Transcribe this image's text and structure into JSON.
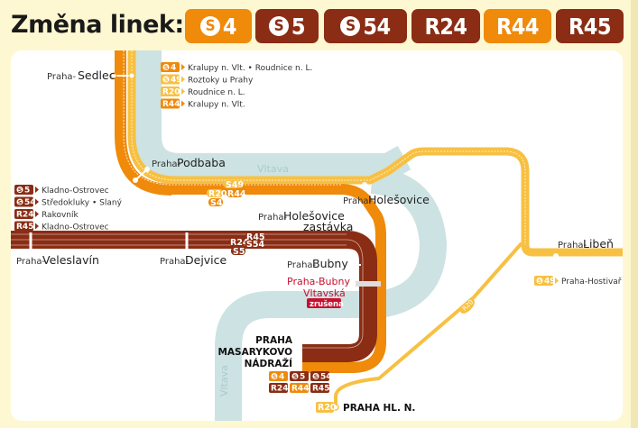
{
  "header": {
    "title": "Změna linek:",
    "badges": [
      {
        "label": "4",
        "prefix_icon": "s-train-icon",
        "color": "#ef8a0a"
      },
      {
        "label": "5",
        "prefix_icon": "s-train-icon",
        "color": "#8a2d14"
      },
      {
        "label": "54",
        "prefix_icon": "s-train-icon",
        "color": "#8a2d14"
      },
      {
        "label": "R24",
        "prefix_icon": null,
        "color": "#8a2d14"
      },
      {
        "label": "R44",
        "prefix_icon": null,
        "color": "#ef8a0a"
      },
      {
        "label": "R45",
        "prefix_icon": null,
        "color": "#8a2d14"
      }
    ]
  },
  "colors": {
    "orange": "#ef8a0a",
    "brown": "#8a2d14",
    "yellow": "#f8c042",
    "river": "#cde2e2",
    "background": "#fef8d2",
    "closed_red": "#c8102e"
  },
  "river": {
    "name_top": "Vltava",
    "name_bottom": "Vltava"
  },
  "north_legend": [
    {
      "line": "4",
      "s": true,
      "color": "#ef8a0a",
      "dest": "Kralupy n. Vlt. • Roudnice n. L."
    },
    {
      "line": "49",
      "s": true,
      "color": "#f8c042",
      "dest": "Roztoky u Prahy"
    },
    {
      "line": "R20",
      "s": false,
      "color": "#f8c042",
      "dest": "Roudnice n. L."
    },
    {
      "line": "R44",
      "s": false,
      "color": "#ef8a0a",
      "dest": "Kralupy n. Vlt."
    }
  ],
  "west_legend": [
    {
      "line": "5",
      "s": true,
      "color": "#8a2d14",
      "dest": "Kladno-Ostrovec"
    },
    {
      "line": "54",
      "s": true,
      "color": "#8a2d14",
      "dest": "Středokluky • Slaný"
    },
    {
      "line": "R24",
      "s": false,
      "color": "#8a2d14",
      "dest": "Rakovník"
    },
    {
      "line": "R45",
      "s": false,
      "color": "#8a2d14",
      "dest": "Kladno-Ostrovec"
    }
  ],
  "east_legend": [
    {
      "line": "49",
      "s": true,
      "color": "#f8c042",
      "dest": "Praha-Hostivař"
    }
  ],
  "stations": {
    "sedlec": {
      "prefix": "Praha-",
      "name": "Sedlec"
    },
    "podbaba": {
      "prefix": "Praha-",
      "name": "Podbaba"
    },
    "holesovice": {
      "prefix": "Praha-",
      "name": "Holešovice"
    },
    "holesovice_zastavka": {
      "prefix": "Praha-",
      "name": "Holešovice",
      "line2": "zastávka"
    },
    "liben": {
      "prefix": "Praha-",
      "name": "Libeň"
    },
    "veleslavin": {
      "prefix": "Praha-",
      "name": "Veleslavín"
    },
    "dejvice": {
      "prefix": "Praha-",
      "name": "Dejvice"
    },
    "bubny": {
      "prefix": "Praha-",
      "name": "Bubny"
    },
    "bubny_vltavska": {
      "line1": "Praha-Bubny",
      "line2": "Vltavská",
      "status": "zrušena"
    },
    "masarykovo": {
      "line1": "PRAHA",
      "line2": "MASARYKOVO",
      "line3": "NÁDRAŽÍ"
    },
    "hlavni": {
      "name": "PRAHA HL. N.",
      "line": "R20"
    }
  },
  "track_labels": {
    "north_bundle": [
      "S49",
      "R20",
      "R44",
      "S4"
    ],
    "west_bundle": [
      "R45",
      "R24",
      "S54",
      "S5"
    ],
    "r20_diagonal": "R20"
  },
  "masarykovo_lines": [
    {
      "line": "4",
      "s": true,
      "color": "#ef8a0a"
    },
    {
      "line": "5",
      "s": true,
      "color": "#8a2d14"
    },
    {
      "line": "54",
      "s": true,
      "color": "#8a2d14"
    },
    {
      "line": "R24",
      "s": false,
      "color": "#8a2d14"
    },
    {
      "line": "R44",
      "s": false,
      "color": "#ef8a0a"
    },
    {
      "line": "R45",
      "s": false,
      "color": "#8a2d14"
    }
  ]
}
